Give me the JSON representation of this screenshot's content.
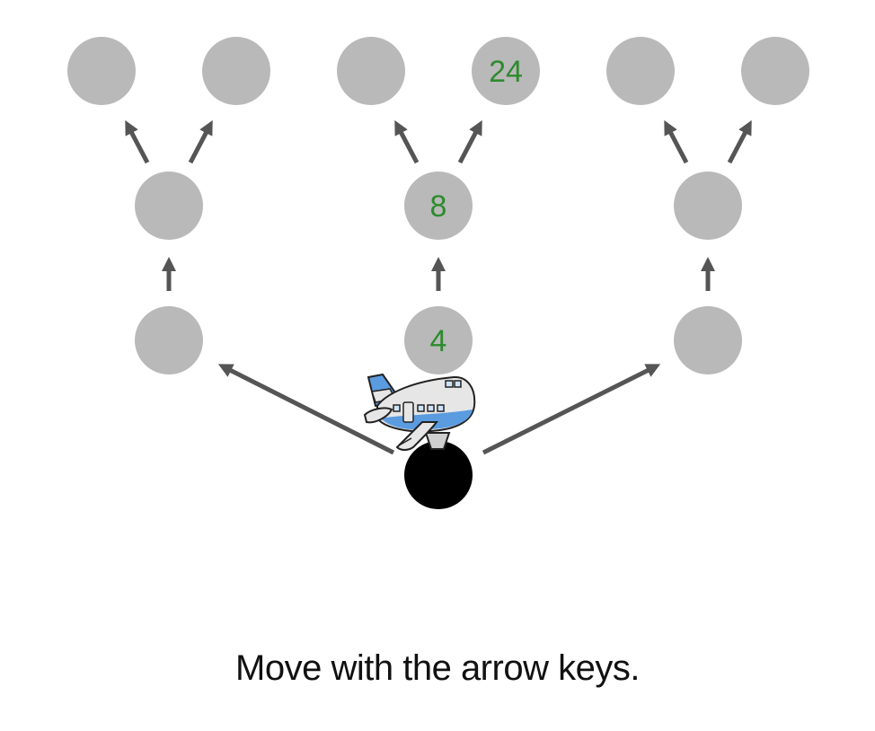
{
  "colors": {
    "node_fill": "#b9b9b9",
    "start_fill": "#000000",
    "reward_text": "#2e8b2e",
    "arrow": "#555555",
    "plane_body": "#e6e6e6",
    "plane_stripe": "#5b9be0"
  },
  "nodes": {
    "start": {
      "label": ""
    },
    "l1_left": {
      "label": ""
    },
    "l1_center": {
      "label": "4"
    },
    "l1_right": {
      "label": ""
    },
    "l2_left": {
      "label": ""
    },
    "l2_center": {
      "label": "8"
    },
    "l2_right": {
      "label": ""
    },
    "l3_left_a": {
      "label": ""
    },
    "l3_left_b": {
      "label": ""
    },
    "l3_center_a": {
      "label": ""
    },
    "l3_center_b": {
      "label": "24"
    },
    "l3_right_a": {
      "label": ""
    },
    "l3_right_b": {
      "label": ""
    }
  },
  "player": {
    "icon": "airplane-icon",
    "position": "start"
  },
  "instruction": "Move with the arrow keys."
}
